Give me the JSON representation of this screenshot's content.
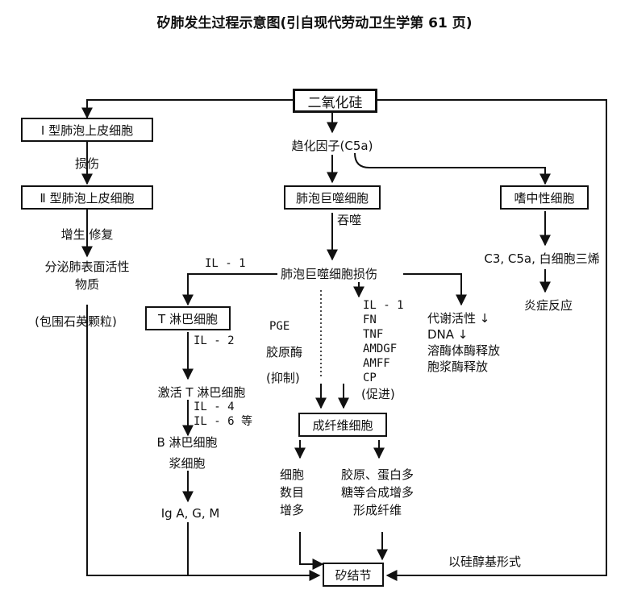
{
  "title": "矽肺发生过程示意图(引自现代劳动卫生学第 61 页)",
  "nodes": {
    "silica": "二氧化硅",
    "type1_cell": "Ⅰ 型肺泡上皮细胞",
    "injury": "损伤",
    "type2_cell": "Ⅱ 型肺泡上皮细胞",
    "prolif_repair": "增生,修复",
    "secrete_line1": "分泌肺表面活性",
    "secrete_line2": "物质",
    "wrap_quartz": "(包围石英颗粒)",
    "chemotactic": "趋化因子(C5a)",
    "macrophage": "肺泡巨噬细胞",
    "phagocytosis": "吞噬",
    "neutrophil": "嗜中性细胞",
    "complement": "C3, C5a, 白细胞三烯",
    "inflammation": "炎症反应",
    "macrophage_injury": "肺泡巨噬细胞损伤",
    "il1_left": "IL - 1",
    "t_cell": "T 淋巴细胞",
    "il2": "IL - 2",
    "activate_t": "激活 T 淋巴细胞",
    "il4": "IL - 4",
    "il6": "IL - 6 等",
    "b_cell": "B 淋巴细胞",
    "plasma_cell": "浆细胞",
    "ig": "Ig  A, G, M",
    "pge": "PGE",
    "collagenase": "胶原酶",
    "inhibit": "(抑制)",
    "factors": [
      "IL - 1",
      "FN",
      "TNF",
      "AMDGF",
      "AMFF",
      "CP"
    ],
    "promote": "(促进)",
    "metabolic": [
      "代谢活性 ↓",
      "DNA ↓",
      "溶酶体酶释放",
      "胞浆酶释放"
    ],
    "fibroblast": "成纤维细胞",
    "cell_count": [
      "细胞",
      "数目",
      "增多"
    ],
    "collagen": [
      "胶原、蛋白多",
      "糖等合成增多",
      "形成纤维"
    ],
    "silanol": "以硅醇基形式",
    "nodule": "矽结节"
  }
}
